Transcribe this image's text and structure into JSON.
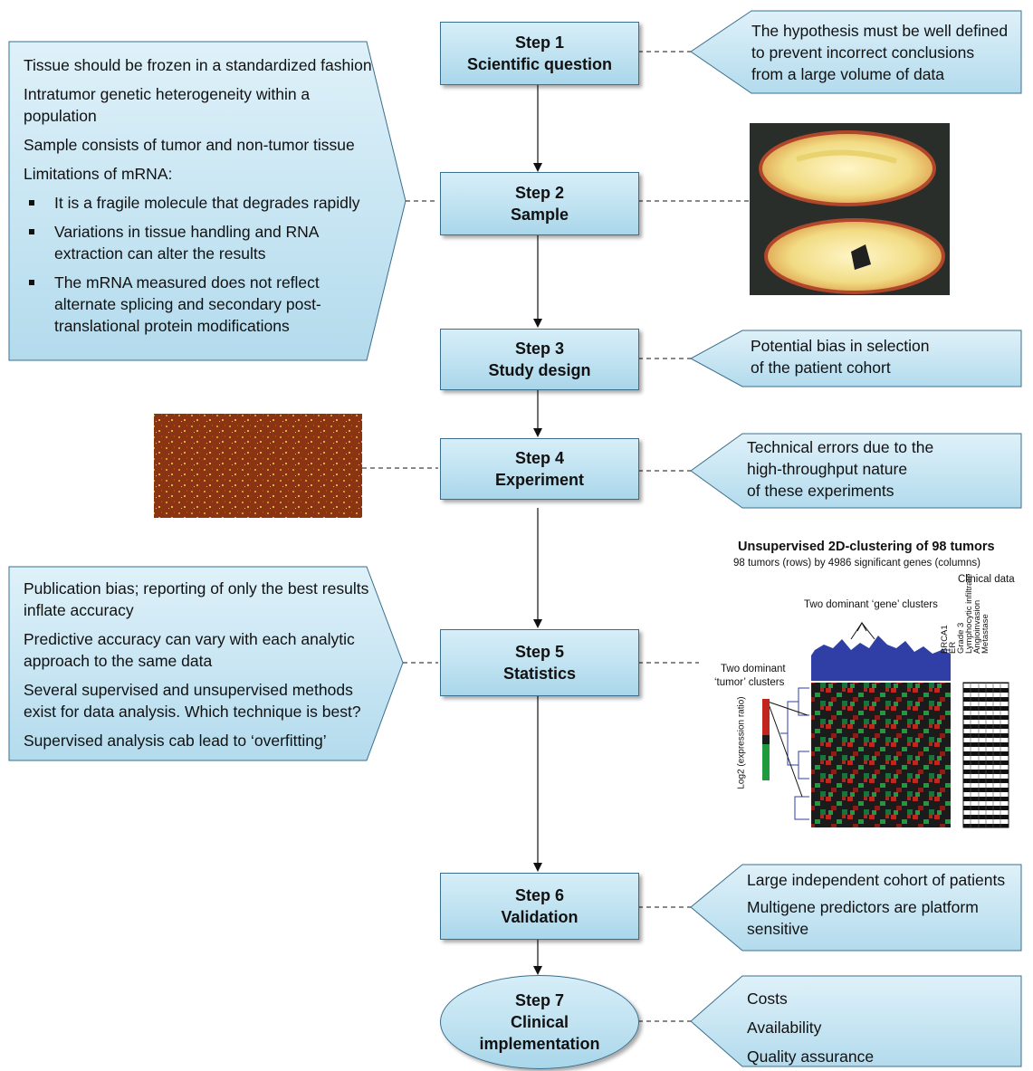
{
  "steps": [
    {
      "step": "Step 1",
      "name": "Scientific question"
    },
    {
      "step": "Step 2",
      "name": "Sample"
    },
    {
      "step": "Step 3",
      "name": "Study design"
    },
    {
      "step": "Step 4",
      "name": "Experiment"
    },
    {
      "step": "Step 5",
      "name": "Statistics"
    },
    {
      "step": "Step 6",
      "name": "Validation"
    },
    {
      "step": "Step 7",
      "name_line1": "Clinical",
      "name_line2": "implementation"
    }
  ],
  "callouts": {
    "step1": [
      "The hypothesis must be well defined",
      "to prevent incorrect conclusions",
      "from a large volume of data"
    ],
    "step2": {
      "paras": [
        "Tissue should be frozen in a standardized fashion",
        "Intratumor genetic heterogeneity within a population",
        "Sample consists of tumor and non-tumor tissue",
        "Limitations of mRNA:"
      ],
      "bullets": [
        "It is a fragile molecule that degrades rapidly",
        "Variations in tissue handling and RNA extraction can alter the results",
        "The mRNA measured does not reflect alternate splicing and secondary post-translational protein modifications"
      ]
    },
    "step3": [
      "Potential bias in selection",
      "of the patient cohort"
    ],
    "step4": [
      "Technical errors due to the",
      "high-throughput nature",
      "of these experiments"
    ],
    "step5": [
      "Publication bias; reporting of only the best results inflate accuracy",
      "Predictive accuracy can vary with each analytic approach to the same data",
      "Several supervised and unsupervised methods exist for data analysis. Which technique is best?",
      "Supervised analysis cab lead to ‘overfitting’"
    ],
    "step6": [
      "Large independent cohort of patients",
      "Multigene predictors are platform sensitive"
    ],
    "step7": [
      "Costs",
      "Availability",
      "Quality assurance"
    ]
  },
  "heatmap_figure": {
    "title": "Unsupervised 2D-clustering of 98 tumors",
    "subtitle": "98 tumors (rows) by 4986 significant genes (columns)",
    "clinical_label": "Clinical data",
    "gene_clusters_label": "Two dominant ‘gene’ clusters",
    "tumor_clusters_line1": "Two dominant",
    "tumor_clusters_line2": "‘tumor’ clusters",
    "scale_label": "Log2 (expression ratio)",
    "clinical_columns": [
      "BRCA1",
      "ER",
      "Grade 3",
      "Lymphocytic infiltrate",
      "Angioinvasion",
      "Metastase"
    ]
  },
  "colors": {
    "box_fill": "#bfe2f1",
    "box_border": "#3a6f8d",
    "heat_red": "#c0261e",
    "heat_green": "#1f9a3c",
    "dendrogram": "#2f3fa6",
    "microarray": "#8a3414"
  }
}
